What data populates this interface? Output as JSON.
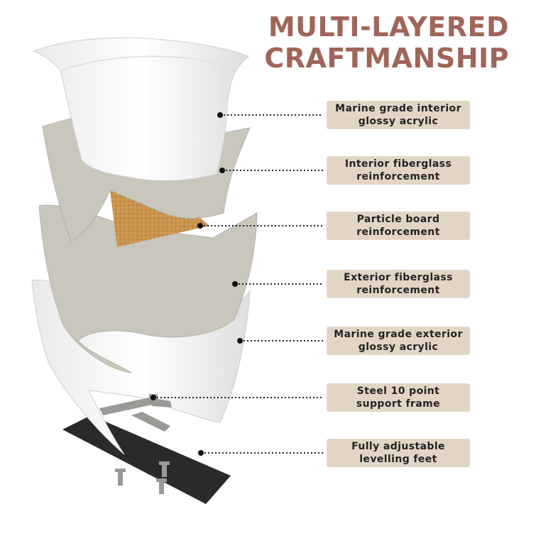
{
  "title": {
    "line1": "MULTI-LAYERED",
    "line2": "CRAFTMANSHIP"
  },
  "colors": {
    "title": "#a0655a",
    "label_bg": "#e3d5c6",
    "fiberglass": "#c9c6bc",
    "particle_board": "#c9954e",
    "acrylic": "#f6f6f6",
    "base": "#2a2a2a",
    "steel": "#9a9a96"
  },
  "layers": [
    {
      "line1": "Marine grade interior",
      "line2": "glossy acrylic"
    },
    {
      "line1": "Interior fiberglass",
      "line2": "reinforcement"
    },
    {
      "line1": "Particle board",
      "line2": "reinforcement"
    },
    {
      "line1": "Exterior fiberglass",
      "line2": "reinforcement"
    },
    {
      "line1": "Marine grade exterior",
      "line2": "glossy acrylic"
    },
    {
      "line1": "Steel 10 point",
      "line2": "support frame"
    },
    {
      "line1": "Fully adjustable",
      "line2": "levelling feet"
    }
  ]
}
